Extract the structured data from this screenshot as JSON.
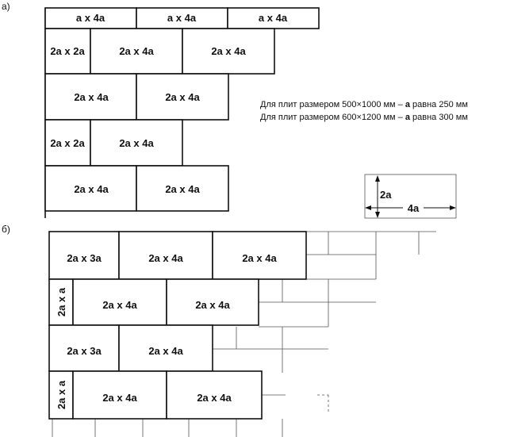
{
  "part_a": {
    "label": "а)",
    "rows": [
      [
        "а х 4а",
        "а х 4а",
        "а х 4а"
      ],
      [
        "2а х 2а",
        "2а х 4а",
        "2а х 4а"
      ],
      [
        "2а х 4а",
        "2а х 4а"
      ],
      [
        "2а х 2а",
        "2а х 4а"
      ],
      [
        "2а х 4а",
        "2а х 4а"
      ]
    ],
    "note_line1": {
      "prefix": "Для плит размером 500×1000 мм – ",
      "var": "а",
      "suffix": " равна 250 мм"
    },
    "note_line2": {
      "prefix": "Для плит размером 600×1200 мм – ",
      "var": "а",
      "suffix": " равна 300 мм"
    },
    "legend": {
      "height_label": "2а",
      "width_label": "4а"
    }
  },
  "part_b": {
    "label": "б)",
    "rows": [
      [
        "2а х 3а",
        "2а х 4а",
        "2а х 4а"
      ],
      [
        "2а х а",
        "2а х 4а",
        "2а х 4а"
      ],
      [
        "2а х 3а",
        "2а х 4а"
      ],
      [
        "2а х а",
        "2а х 4а",
        "2а х 4а"
      ]
    ]
  }
}
